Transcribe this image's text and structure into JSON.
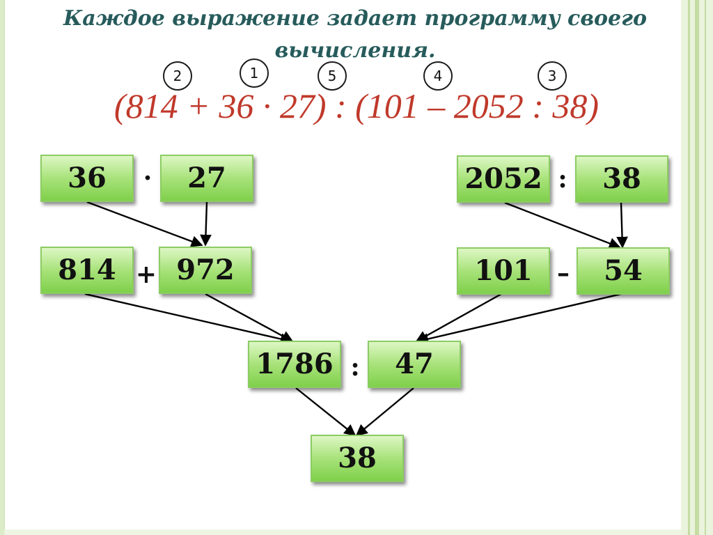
{
  "title": {
    "line1": "Каждое выражение задает программу своего",
    "line2": "вычисления."
  },
  "expression": "(814 + 36 · 27) : (101 – 2052 : 38)",
  "order_markers": [
    "2",
    "1",
    "5",
    "4",
    "3"
  ],
  "tree": {
    "row1_left": {
      "a": "36",
      "op": "·",
      "b": "27"
    },
    "row1_right": {
      "a": "2052",
      "op": ":",
      "b": "38"
    },
    "row2_left": {
      "a": "814",
      "op": "+",
      "b": "972"
    },
    "row2_right": {
      "a": "101",
      "op": "–",
      "b": "54"
    },
    "row3": {
      "a": "1786",
      "op": ":",
      "b": "47"
    },
    "result": "38"
  },
  "colors": {
    "title": "#275b5b",
    "expression": "#c0392b",
    "box_fill": "#a8e27a",
    "box_border": "#8ccc63"
  }
}
